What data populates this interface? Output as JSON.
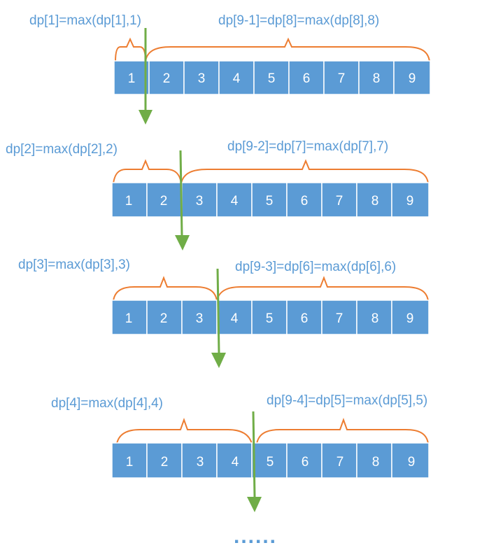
{
  "colors": {
    "cell_fill": "#5b9bd5",
    "label_text": "#5b9bd5",
    "brace": "#ed7d31",
    "arrow": "#70ad47"
  },
  "rows": [
    {
      "cells": [
        "1",
        "2",
        "3",
        "4",
        "5",
        "6",
        "7",
        "8",
        "9"
      ],
      "left_label": "dp[1]=max(dp[1],1)",
      "right_label": "dp[9-1]=dp[8]=max(dp[8],8)",
      "split_after": 1
    },
    {
      "cells": [
        "1",
        "2",
        "3",
        "4",
        "5",
        "6",
        "7",
        "8",
        "9"
      ],
      "left_label": "dp[2]=max(dp[2],2)",
      "right_label": "dp[9-2]=dp[7]=max(dp[7],7)",
      "split_after": 2
    },
    {
      "cells": [
        "1",
        "2",
        "3",
        "4",
        "5",
        "6",
        "7",
        "8",
        "9"
      ],
      "left_label": "dp[3]=max(dp[3],3)",
      "right_label": "dp[9-3]=dp[6]=max(dp[6],6)",
      "split_after": 3
    },
    {
      "cells": [
        "1",
        "2",
        "3",
        "4",
        "5",
        "6",
        "7",
        "8",
        "9"
      ],
      "left_label": "dp[4]=max(dp[4],4)",
      "right_label": "dp[9-4]=dp[5]=max(dp[5],5)",
      "split_after": 4
    }
  ],
  "continuation": "......"
}
